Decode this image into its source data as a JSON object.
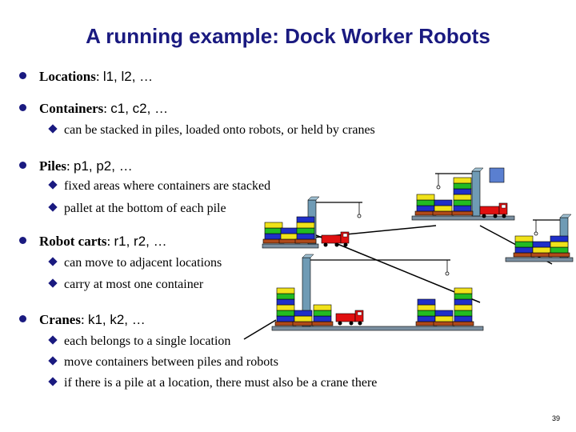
{
  "title": "A running example: Dock Worker Robots",
  "bullets": [
    {
      "label": "Locations",
      "sep": ": ",
      "value": "l1, l2, …",
      "sub": []
    },
    {
      "label": "Containers",
      "sep": ": ",
      "value": "c1, c2, …",
      "sub": [
        "can be stacked in piles, loaded onto robots, or held by cranes"
      ]
    },
    {
      "label": "Piles",
      "sep": ": ",
      "value": "p1, p2, …",
      "sub": [
        "fixed areas where containers are stacked",
        "pallet at the bottom of each pile"
      ]
    },
    {
      "label": "Robot carts",
      "sep": ": ",
      "value": "r1, r2, …",
      "sub": [
        "can move to adjacent locations",
        "carry at most one container"
      ]
    },
    {
      "label": "Cranes",
      "sep": ": ",
      "value": "k1, k2, …",
      "sub": [
        "each belongs to a single location",
        "move containers between piles and robots",
        "if there is a pile at a location, there must also be a crane there"
      ]
    }
  ],
  "page_number": "39",
  "colors": {
    "title": "#1a1a80",
    "bullet": "#1a1a80",
    "container_blue": "#1f2fc8",
    "container_green": "#22bb22",
    "container_yellow": "#f0e21a",
    "pallet": "#b04a1a",
    "crane": "#6f9bb5",
    "robot": "#e01010",
    "track": "#000000"
  },
  "icons": [
    "bullet-dot-icon",
    "bullet-diamond-icon",
    "crane-icon",
    "container-pile-icon",
    "robot-cart-icon"
  ]
}
